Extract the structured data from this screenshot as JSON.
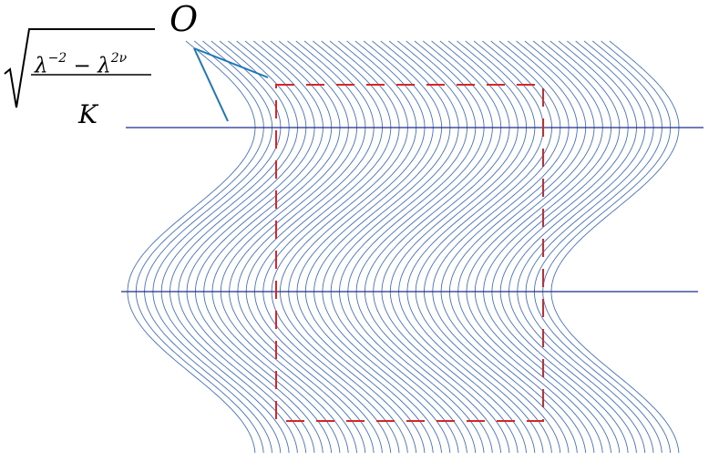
{
  "labels": {
    "point": "O",
    "numerator_base1": "λ",
    "numerator_exp1": "−2",
    "numerator_minus": " − ",
    "numerator_base2": "λ",
    "numerator_exp2": "2ν",
    "denominator": "K"
  },
  "colors": {
    "wave_lines": "#4472c4",
    "rod_lines": "#1f2d8a",
    "pointer_lines": "#1f77b4",
    "dashed_box": "#d62728",
    "text": "#000000"
  },
  "wave_line_count": 51
}
